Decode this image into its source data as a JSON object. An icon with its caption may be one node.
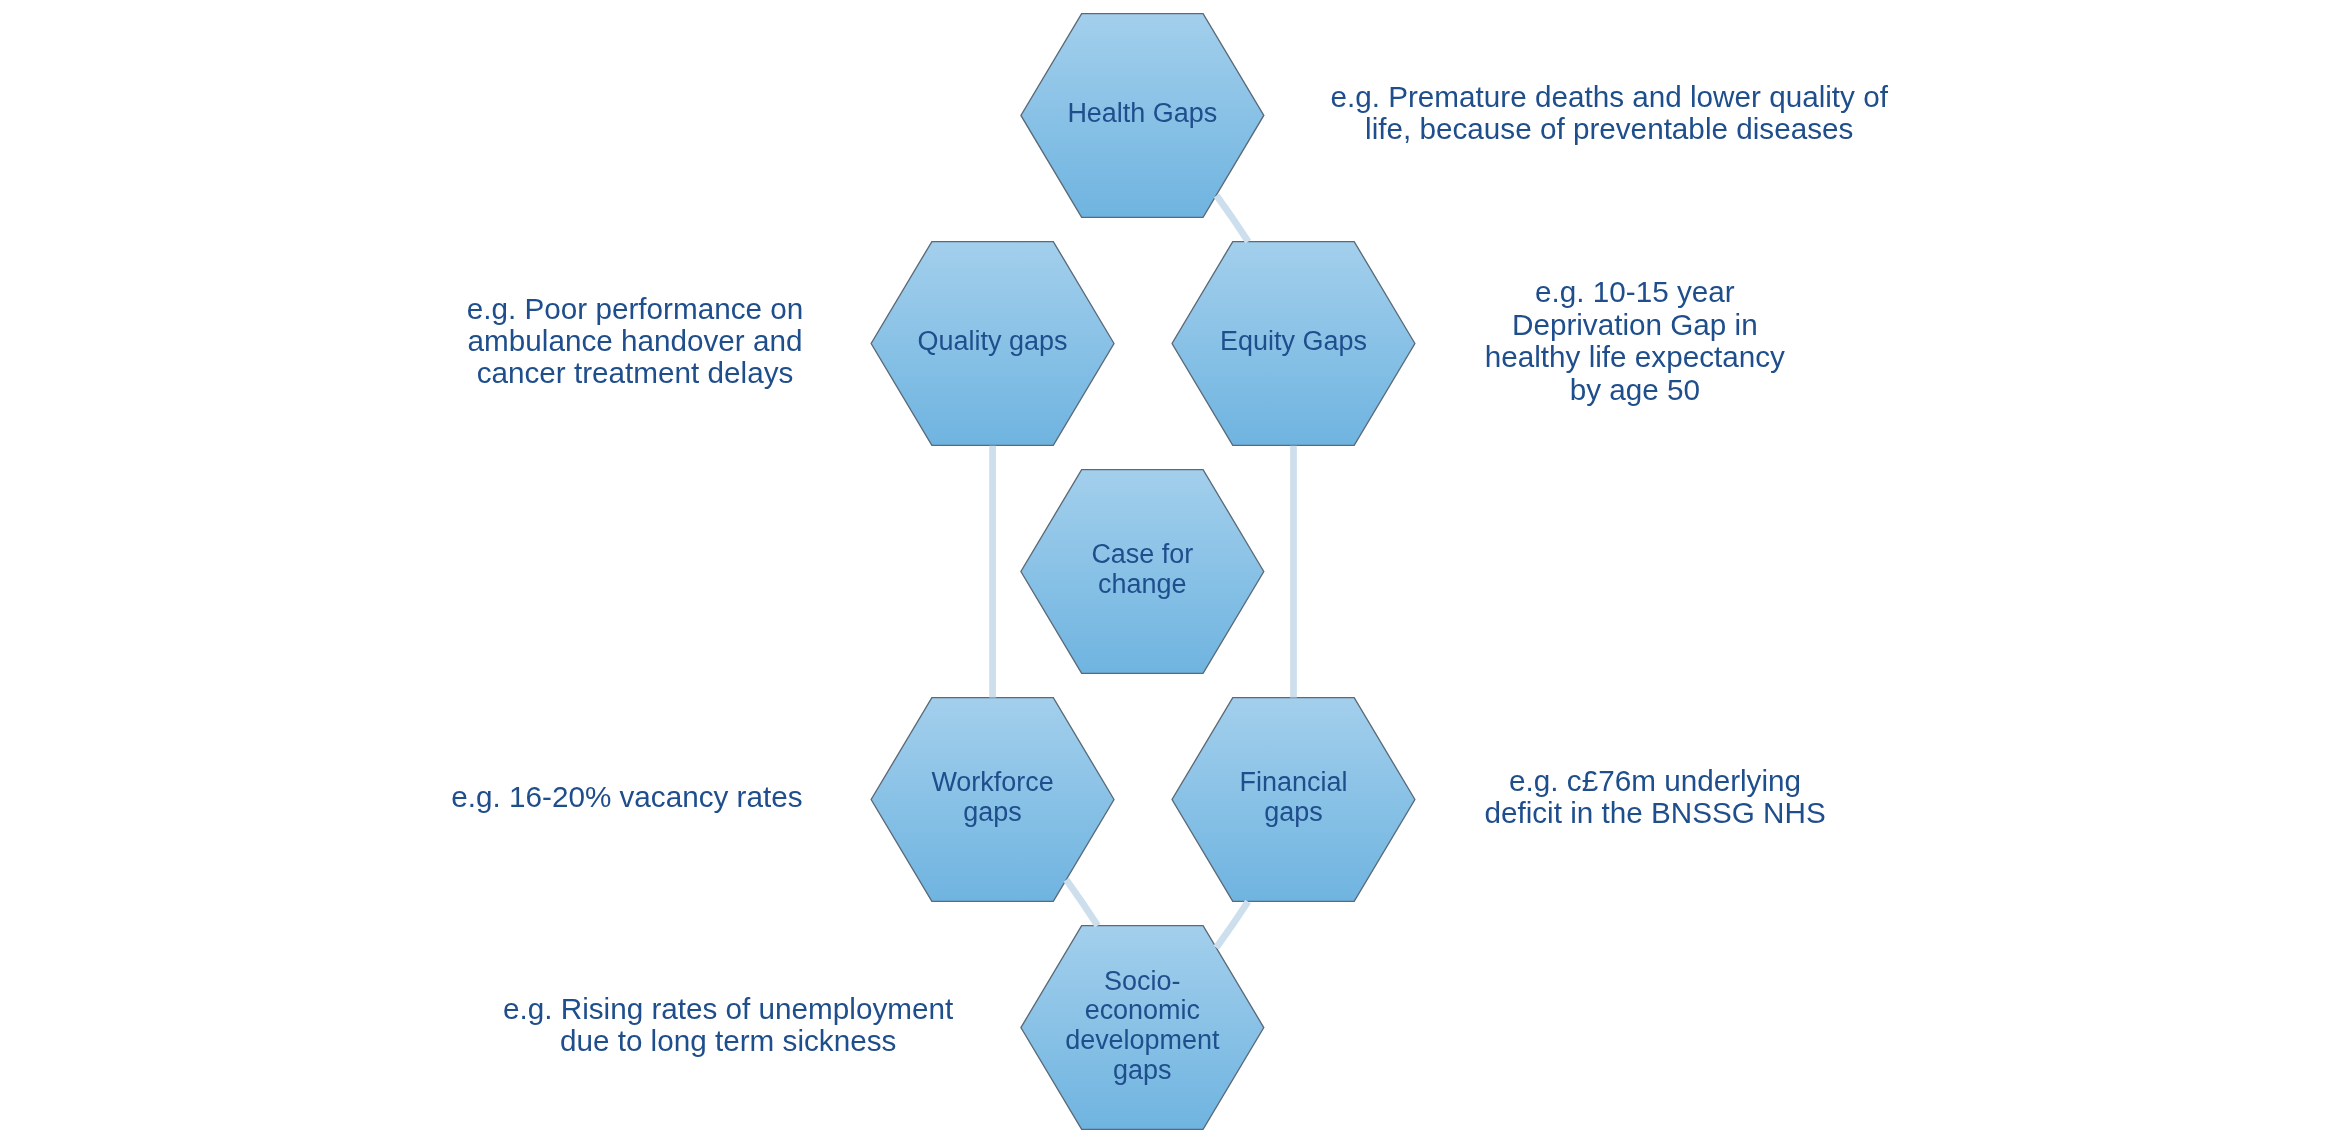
{
  "diagram": {
    "nodes": [
      {
        "text": [
          "Health Gaps"
        ],
        "beside": [
          "e.g. Premature deaths and lower quality of life, because of preventable diseases"
        ]
      },
      {
        "text": [
          "Quality gaps"
        ],
        "beside": [
          "e.g. Poor performance on ambulance handover and cancer treatment delays"
        ]
      },
      {
        "text": [
          "Equity Gaps"
        ],
        "beside": [
          "e.g. 10-15 year Deprivation Gap in healthy life expectancy by age 50"
        ]
      },
      {
        "text": [
          "Case for change"
        ]
      },
      {
        "text": [
          "Workforce gaps"
        ],
        "beside": [
          "e.g. 16-20% vacancy rates"
        ]
      },
      {
        "text": [
          "Financial gaps"
        ],
        "beside": [
          "e.g. c£76m underlying deficit in the BNSSG NHS"
        ]
      },
      {
        "text": [
          "Socio-economic development gaps"
        ],
        "beside": [
          "e.g. Rising rates of unemployment due to long term sickness"
        ]
      }
    ],
    "edges": [
      {
        "from": 0,
        "to": 2,
        "arrow": "none"
      },
      {
        "from": 2,
        "to": 5,
        "arrow": "none"
      },
      {
        "from": 5,
        "to": 6,
        "arrow": "none"
      },
      {
        "from": 6,
        "to": 4,
        "arrow": "none"
      },
      {
        "from": 4,
        "to": 1,
        "arrow": "none"
      }
    ]
  }
}
